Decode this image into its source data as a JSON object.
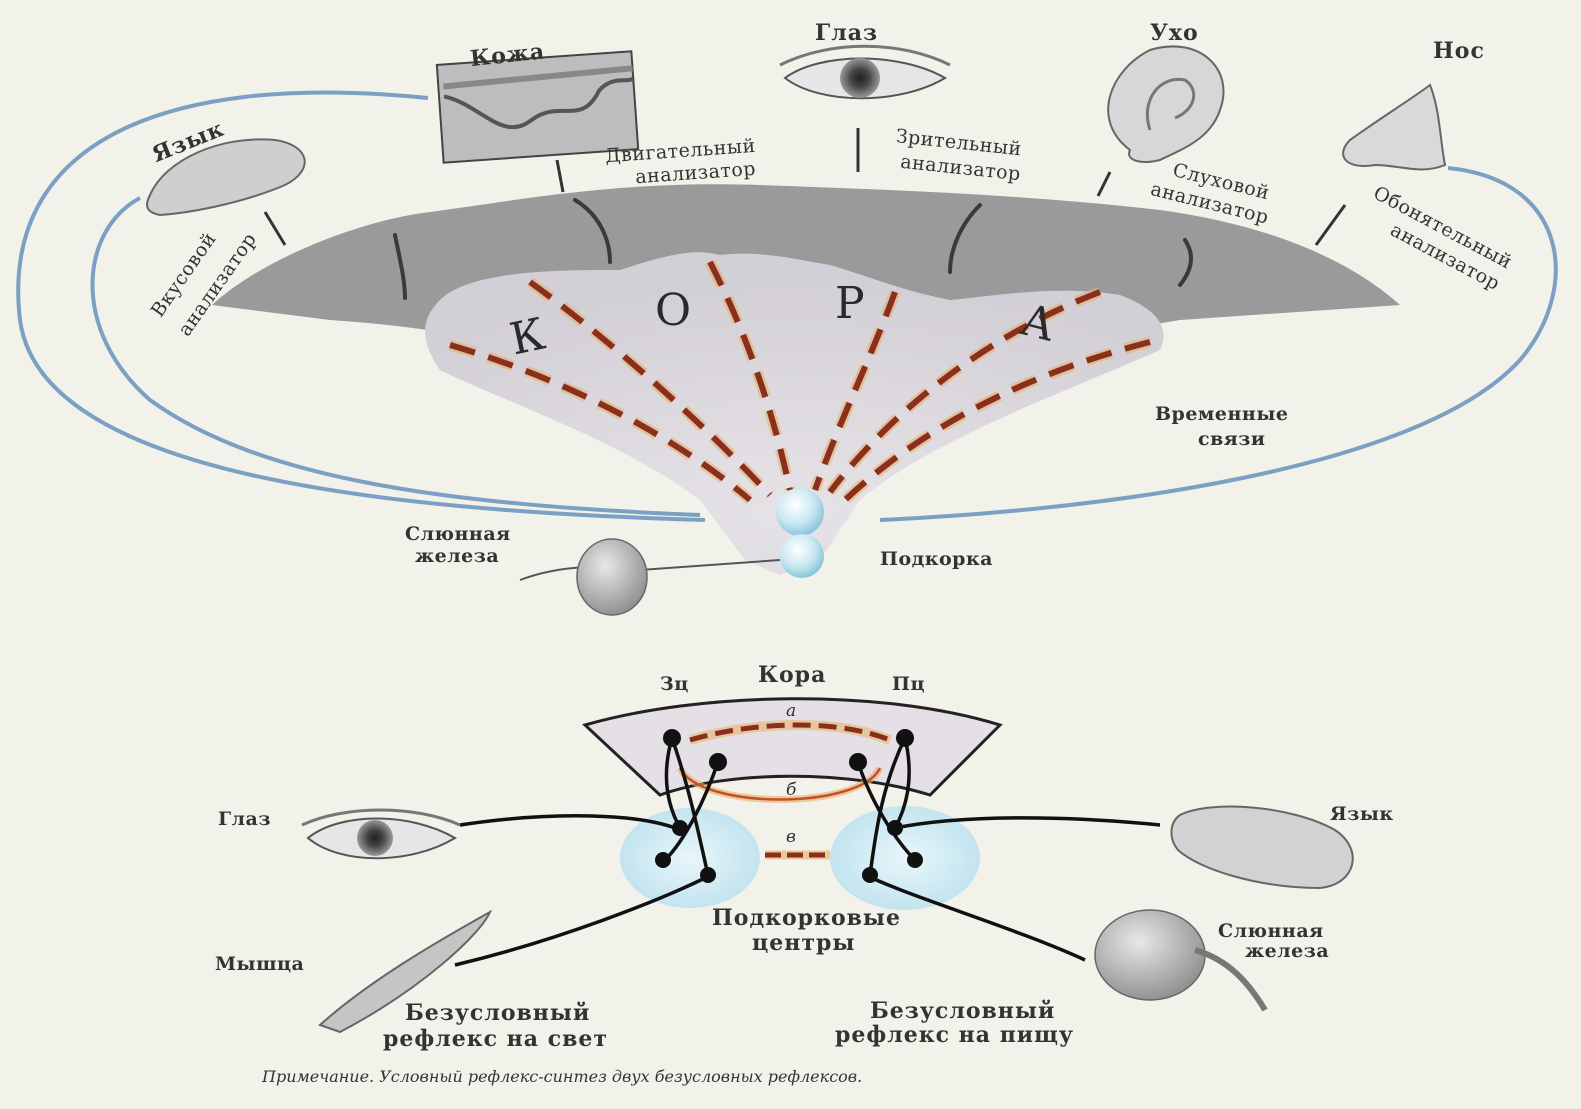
{
  "top": {
    "organs": {
      "skin": "Кожа",
      "eye": "Глаз",
      "ear": "Ухо",
      "nose": "Нос",
      "tongue": "Язык"
    },
    "analyzers": {
      "motor_1": "Двигательный",
      "motor_2": "анализатор",
      "visual_1": "Зрительный",
      "visual_2": "анализатор",
      "auditory_1": "Слуховой",
      "auditory_2": "анализатор",
      "olfactory_1": "Обонятельный",
      "olfactory_2": "анализатор",
      "taste_1": "Вкусовой",
      "taste_2": "анализатор"
    },
    "cortex_letters": [
      "К",
      "О",
      "Р",
      "А"
    ],
    "temporary_links_1": "Временные",
    "temporary_links_2": "связи",
    "salivary_gland_1": "Слюнная",
    "salivary_gland_2": "железа",
    "subcortex": "Подкорка"
  },
  "bottom": {
    "cortex": "Кора",
    "zc": "Зц",
    "pc": "Пц",
    "letter_a": "а",
    "letter_b": "б",
    "letter_v": "в",
    "eye": "Глаз",
    "tongue": "Язык",
    "muscle": "Мышца",
    "salivary_gland_1": "Слюнная",
    "salivary_gland_2": "железа",
    "subcortical_centers_1": "Подкорковые",
    "subcortical_centers_2": "центры",
    "reflex_light_1": "Безусловный",
    "reflex_light_2": "рефлекс на свет",
    "reflex_food_1": "Безусловный",
    "reflex_food_2": "рефлекс на пищу"
  },
  "note": "Примечание. Условный рефлекс-синтез двух безусловных рефлексов.",
  "colors": {
    "background": "#f2f1ea",
    "cortex_grey": "#9a9a9a",
    "white_matter": "#ddd9dd",
    "temporary_link_dash": "#8a2f1e",
    "temporary_link_glow": "#e8b060",
    "nerve_blue": "#7aa0c4",
    "subcortex_blue": "#bfe4ef"
  }
}
